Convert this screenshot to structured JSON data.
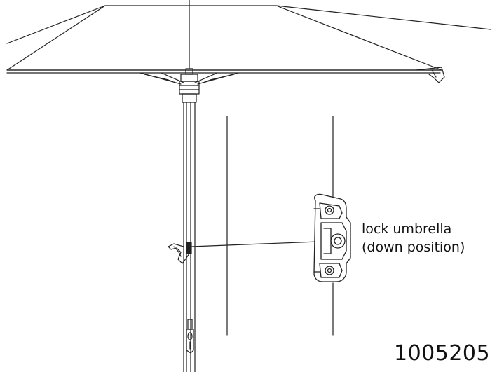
{
  "callout": {
    "line1": "lock umbrella",
    "line2": "(down position)"
  },
  "part_number": "1005205"
}
